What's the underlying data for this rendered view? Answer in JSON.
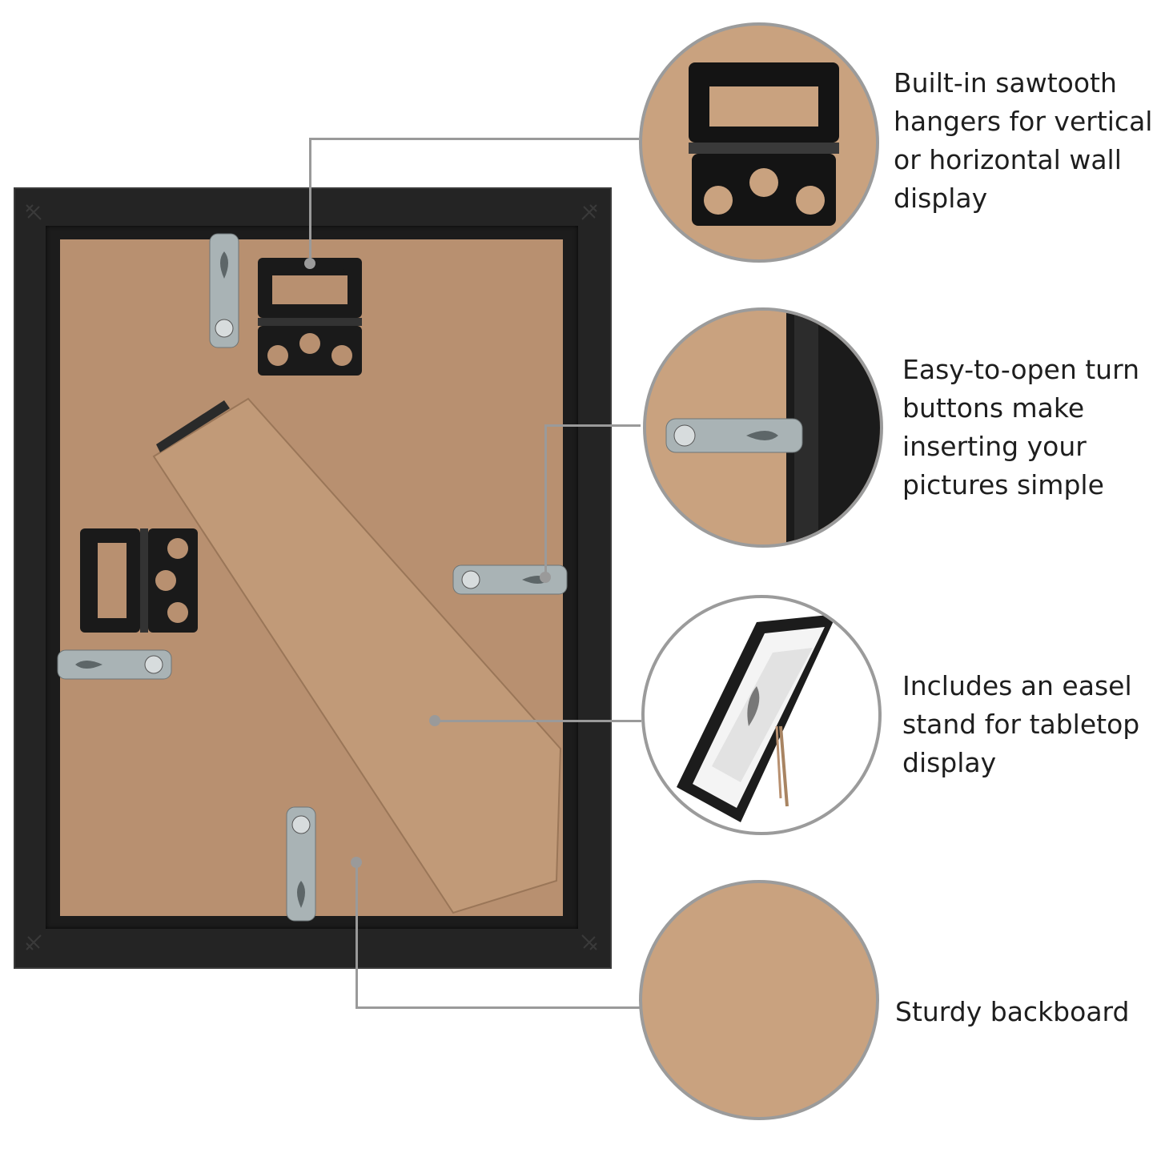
{
  "features": [
    {
      "id": "sawtooth",
      "caption": "Built-in sawtooth\nhangers for vertical\nor horizontal wall\ndisplay",
      "icon": "sawtooth-hanger-icon"
    },
    {
      "id": "turn-buttons",
      "caption": "Easy-to-open turn\nbuttons make\ninserting your\npictures simple",
      "icon": "turn-button-icon"
    },
    {
      "id": "easel",
      "caption": "Includes an easel\nstand for tabletop\ndisplay",
      "icon": "easel-frame-icon"
    },
    {
      "id": "backboard",
      "caption": "Sturdy backboard",
      "icon": "backboard-texture-icon"
    }
  ],
  "colors": {
    "frame": "#242424",
    "backboard": "#b89070",
    "backboard_zoom": "#c9a27f",
    "callout": "#9a9a9a",
    "metal": "#a9b3b5",
    "hanger": "#1a1a1a"
  }
}
